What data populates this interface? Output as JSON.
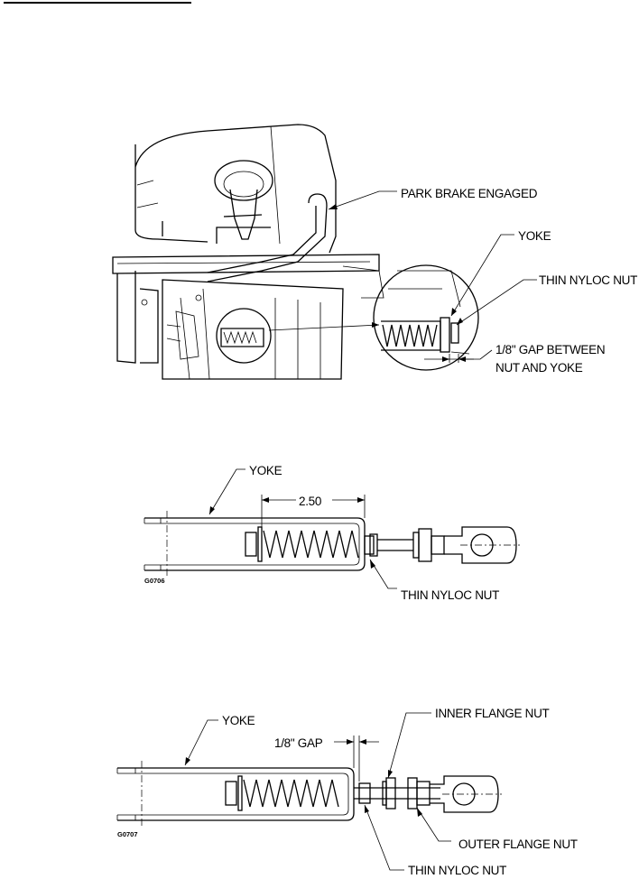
{
  "figure1": {
    "labels": {
      "park_brake": "PARK BRAKE ENGAGED",
      "yoke": "YOKE",
      "thin_nyloc_nut": "THIN NYLOC NUT",
      "gap_line1": "1/8\" GAP BETWEEN",
      "gap_line2": "NUT AND YOKE"
    }
  },
  "figure2": {
    "code": "G0706",
    "labels": {
      "yoke": "YOKE",
      "dimension": "2.50",
      "thin_nyloc_nut": "THIN NYLOC NUT"
    }
  },
  "figure3": {
    "code": "G0707",
    "labels": {
      "yoke": "YOKE",
      "gap": "1/8\" GAP",
      "inner_flange_nut": "INNER FLANGE NUT",
      "outer_flange_nut": "OUTER FLANGE NUT",
      "thin_nyloc_nut": "THIN NYLOC NUT"
    }
  }
}
